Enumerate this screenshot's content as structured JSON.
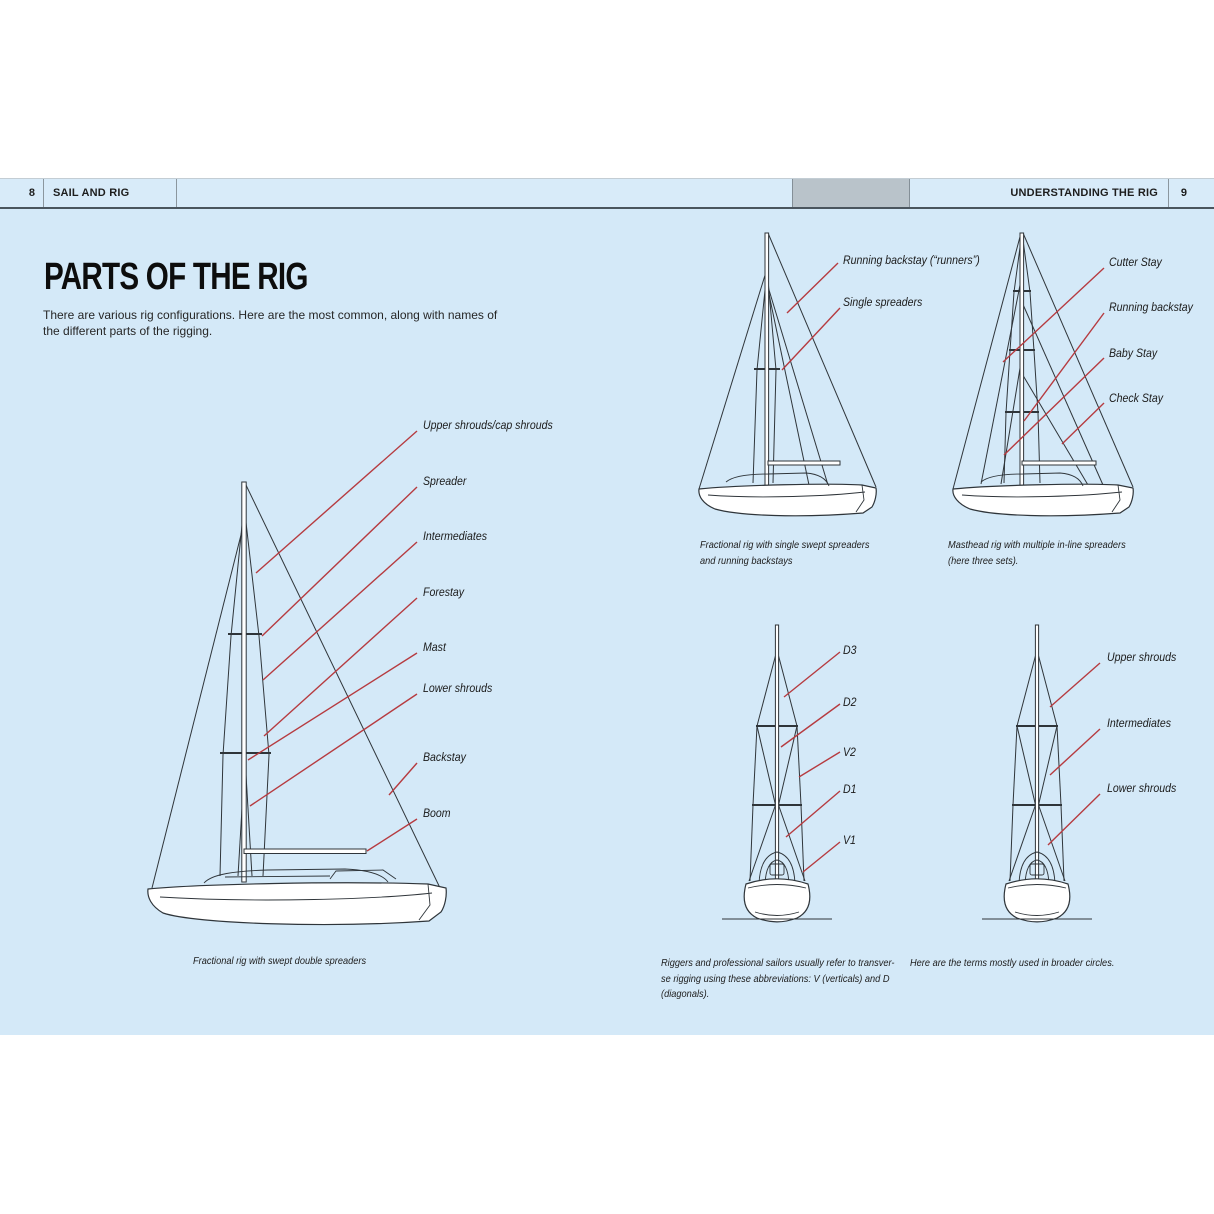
{
  "header": {
    "left_page_number": "8",
    "left_section": "SAIL AND RIG",
    "right_section": "UNDERSTANDING THE RIG",
    "right_page_number": "9"
  },
  "title": "PARTS OF THE RIG",
  "intro": {
    "lines": [
      "There are various rig configurations. Here are the most common, along with names of",
      "the different parts of the rigging."
    ]
  },
  "diagrams": {
    "fractional_double": {
      "labels": [
        "Upper shrouds/cap shrouds",
        "Spreader",
        "Intermediates",
        "Forestay",
        "Mast",
        "Lower shrouds",
        "Backstay",
        "Boom"
      ],
      "caption_lines": [
        "Fractional rig with swept double spreaders"
      ]
    },
    "fractional_single": {
      "labels": [
        "Running backstay (“runners”)",
        "Single spreaders"
      ],
      "caption_lines": [
        "Fractional rig with single swept spreaders",
        "and running backstays"
      ]
    },
    "masthead": {
      "labels": [
        "Cutter Stay",
        "Running backstay",
        "Baby Stay",
        "Check Stay"
      ],
      "caption_lines": [
        "Masthead rig with multiple in-line spreaders",
        "(here three sets)."
      ]
    },
    "transverse_abbreviations": {
      "labels": [
        "D3",
        "D2",
        "V2",
        "D1",
        "V1"
      ],
      "caption_lines": [
        "Riggers and professional sailors usually refer to transver-",
        "se rigging using these abbreviations: V (verticals) and D",
        "(diagonals)."
      ]
    },
    "broader_terms": {
      "labels": [
        "Upper shrouds",
        "Intermediates",
        "Lower shrouds"
      ],
      "caption_lines": [
        "Here are the terms mostly used in broader circles."
      ]
    }
  },
  "colors": {
    "page_background": "#d4e9f8",
    "leader_line": "#b63b40",
    "line_art": "#2f353a",
    "header_rule": "#4a555e",
    "header_tab": "#b9c3ca"
  }
}
